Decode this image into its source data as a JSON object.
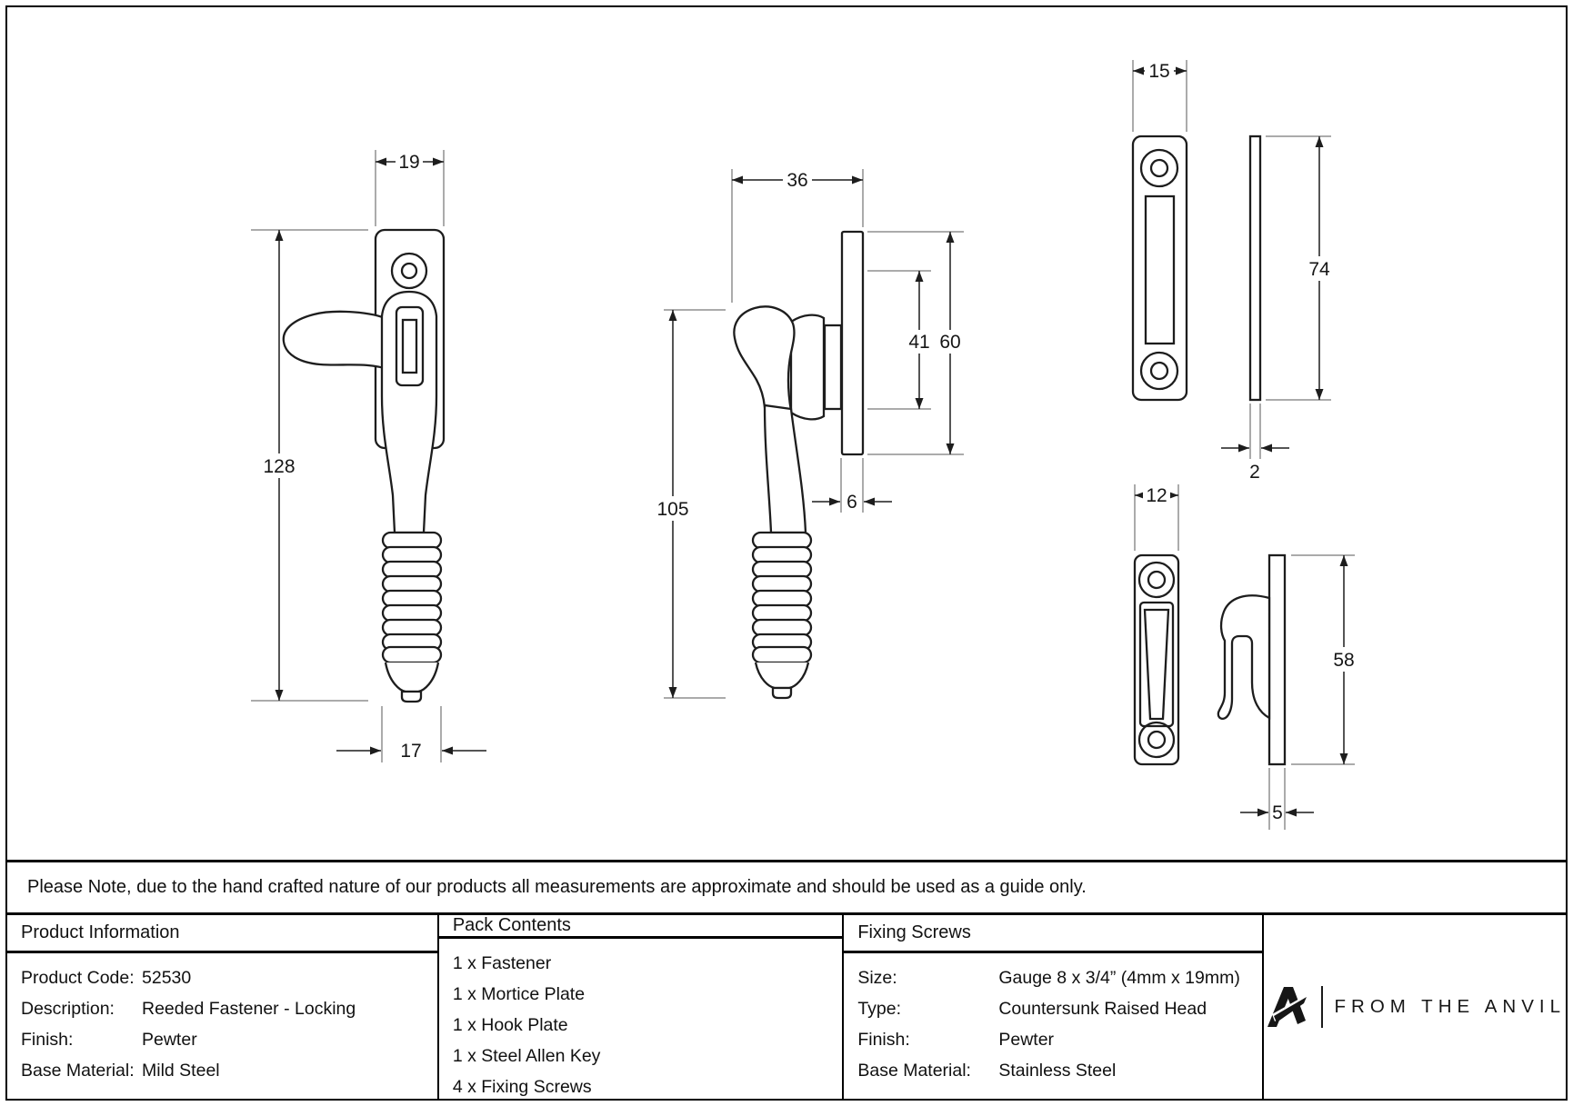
{
  "note": "Please Note, due to the hand crafted nature of our products all measurements are approximate and should be used as a guide only.",
  "drawings": {
    "fastener_front": {
      "plate_width": "19",
      "length": "128",
      "grip_width": "17"
    },
    "fastener_side": {
      "depth": "36",
      "handle_length": "105",
      "plate_hole_span": "41",
      "plate_height": "60",
      "plate_thickness": "6"
    },
    "mortice_plate": {
      "width": "15",
      "height": "74",
      "thickness": "2"
    },
    "hook_plate": {
      "width": "12",
      "height": "58",
      "thickness": "5"
    }
  },
  "table": {
    "product_information": {
      "header": "Product Information",
      "rows": [
        {
          "label": "Product Code:",
          "value": "52530"
        },
        {
          "label": "Description:",
          "value": "Reeded Fastener - Locking"
        },
        {
          "label": "Finish:",
          "value": "Pewter"
        },
        {
          "label": "Base Material:",
          "value": "Mild Steel"
        }
      ]
    },
    "pack_contents": {
      "header": "Pack Contents",
      "items": [
        "1 x Fastener",
        "1 x Mortice Plate",
        "1 x Hook Plate",
        "1 x Steel Allen Key",
        "4 x Fixing Screws"
      ]
    },
    "fixing_screws": {
      "header": "Fixing Screws",
      "rows": [
        {
          "label": "Size:",
          "value": "Gauge 8 x 3/4” (4mm x 19mm)"
        },
        {
          "label": "Type:",
          "value": "Countersunk Raised Head"
        },
        {
          "label": "Finish:",
          "value": "Pewter"
        },
        {
          "label": "Base Material:",
          "value": "Stainless Steel"
        }
      ]
    }
  },
  "brand": {
    "logo_text": "FROM THE ANVIL"
  },
  "colors": {
    "line": "#1d1d1d",
    "extension_line": "#8f8f8f",
    "border": "#000000"
  }
}
